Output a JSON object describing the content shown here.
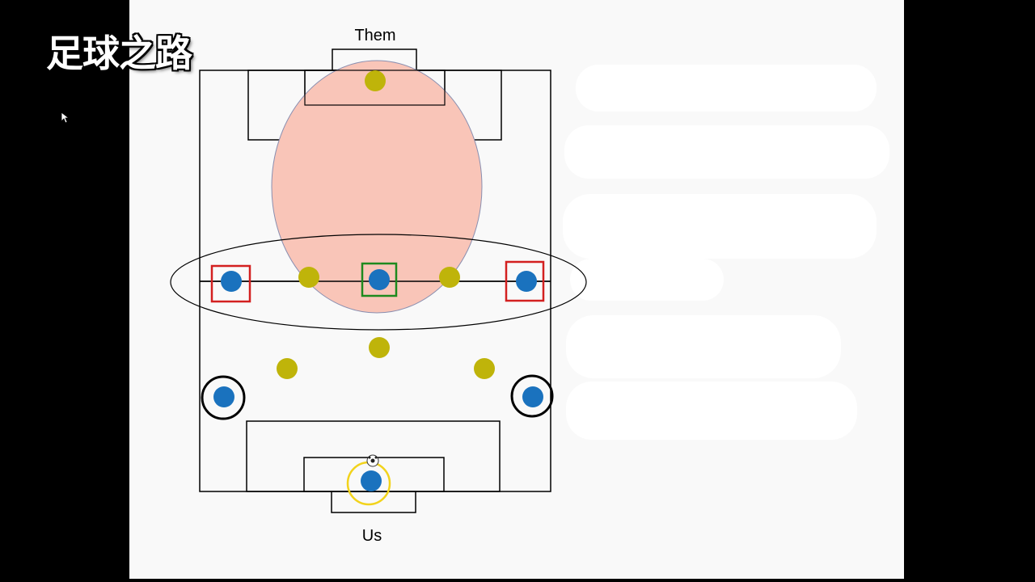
{
  "watermark": {
    "text": "足球之路"
  },
  "labels": {
    "top": "Them",
    "bottom": "Us"
  },
  "colors": {
    "pitch_line": "#000000",
    "team_us": "#1a72be",
    "team_them": "#bfb40a",
    "pressure_zone": "#f9c5b8",
    "highlight_red": "#d32020",
    "highlight_green": "#1e8a1e",
    "highlight_black": "#000000",
    "highlight_yellow": "#f2d31b",
    "slide_bg": "#f9f9f9",
    "frame_bg": "#000000"
  },
  "players_us": [
    "left-center-back",
    "center-back",
    "right-center-back",
    "left-wing-back",
    "right-wing-back",
    "goalkeeper"
  ],
  "players_them": [
    "goalkeeper",
    "left-midfielder",
    "right-midfielder",
    "central-midfielder",
    "left-winger",
    "right-winger"
  ]
}
